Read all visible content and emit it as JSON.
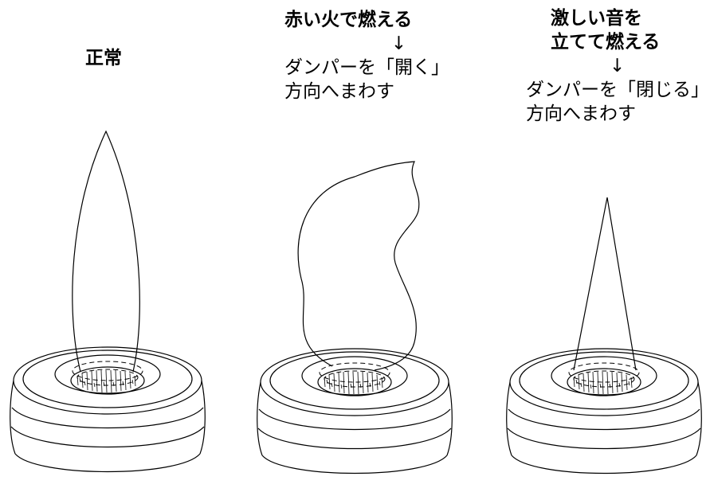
{
  "panels": [
    {
      "state": "normal",
      "condition": "正常",
      "arrow": "",
      "action_line1": "",
      "action_line2": ""
    },
    {
      "state": "red-flame",
      "condition_line1": "赤い火で燃える",
      "arrow": "↓",
      "action_line1": "ダンパーを「開く」",
      "action_line2": "方向へまわす"
    },
    {
      "state": "roaring-flame",
      "condition_line1": "激しい音を",
      "condition_line2": "立てて燃える",
      "arrow": "↓",
      "action_line1": "ダンパーを「閉じる」",
      "action_line2": "方向へまわす"
    }
  ]
}
